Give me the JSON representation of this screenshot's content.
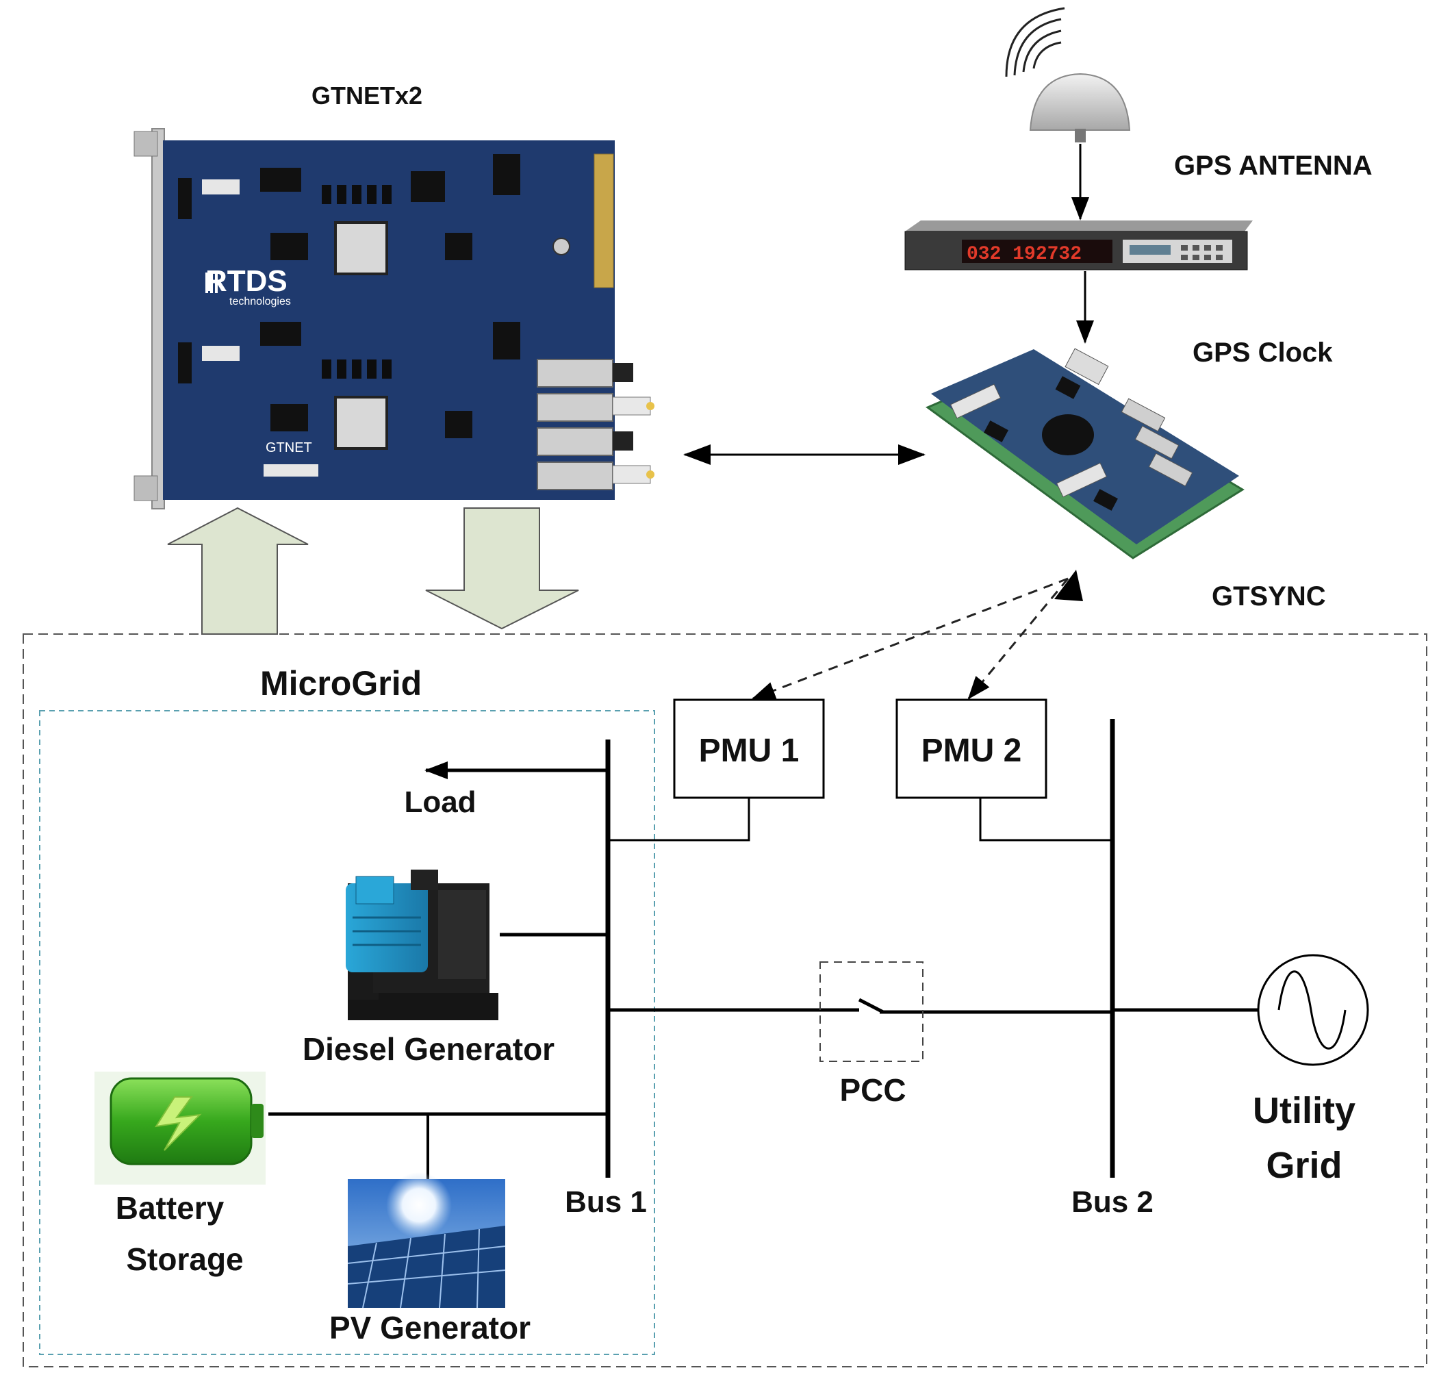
{
  "devices": {
    "gtnet_title": "GTNETx2",
    "gtnet_board_brand": "RTDS",
    "gtnet_board_brand_sub": "technologies",
    "gtnet_board_silk": "GTNET",
    "gps_antenna_label": "GPS ANTENNA",
    "gps_clock_label": "GPS Clock",
    "gps_clock_display": "032 192732",
    "gtsync_label": "GTSYNC"
  },
  "microgrid": {
    "title": "MicroGrid",
    "load_label": "Load",
    "diesel_label": "Diesel Generator",
    "battery_label_line1": "Battery",
    "battery_label_line2": "Storage",
    "pv_label": "PV Generator",
    "bus1_label": "Bus 1"
  },
  "grid": {
    "pmu1_label": "PMU 1",
    "pmu2_label": "PMU 2",
    "pcc_label": "PCC",
    "bus2_label": "Bus 2",
    "utility_line1": "Utility",
    "utility_line2": "Grid"
  },
  "colors": {
    "board_blue": "#1f3a6e",
    "block_arrow_fill": "#dde5d0",
    "gtsync_green": "#4f9a5a",
    "clock_red": "#e23a2a",
    "battery_green": "#4cc22a",
    "pv_blue": "#3a74c8",
    "inner_dash": "#5aa0b0"
  }
}
